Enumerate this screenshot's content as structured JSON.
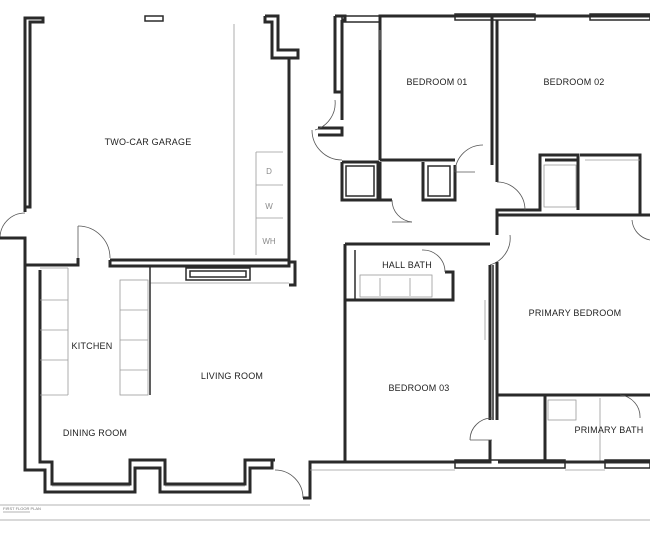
{
  "rooms": {
    "garage": "TWO-CAR GARAGE",
    "bedroom01": "BEDROOM 01",
    "bedroom02": "BEDROOM 02",
    "hall_bath": "HALL BATH",
    "primary_bedroom": "PRIMARY BEDROOM",
    "kitchen": "KITCHEN",
    "living_room": "LIVING ROOM",
    "bedroom03": "BEDROOM 03",
    "dining_room": "DINING ROOM",
    "primary_bath": "PRIMARY BATH"
  },
  "appliances": {
    "dryer": "D",
    "washer": "W",
    "water_heater": "WH"
  },
  "footer": {
    "plan_title": "FIRST FLOOR PLAN"
  }
}
